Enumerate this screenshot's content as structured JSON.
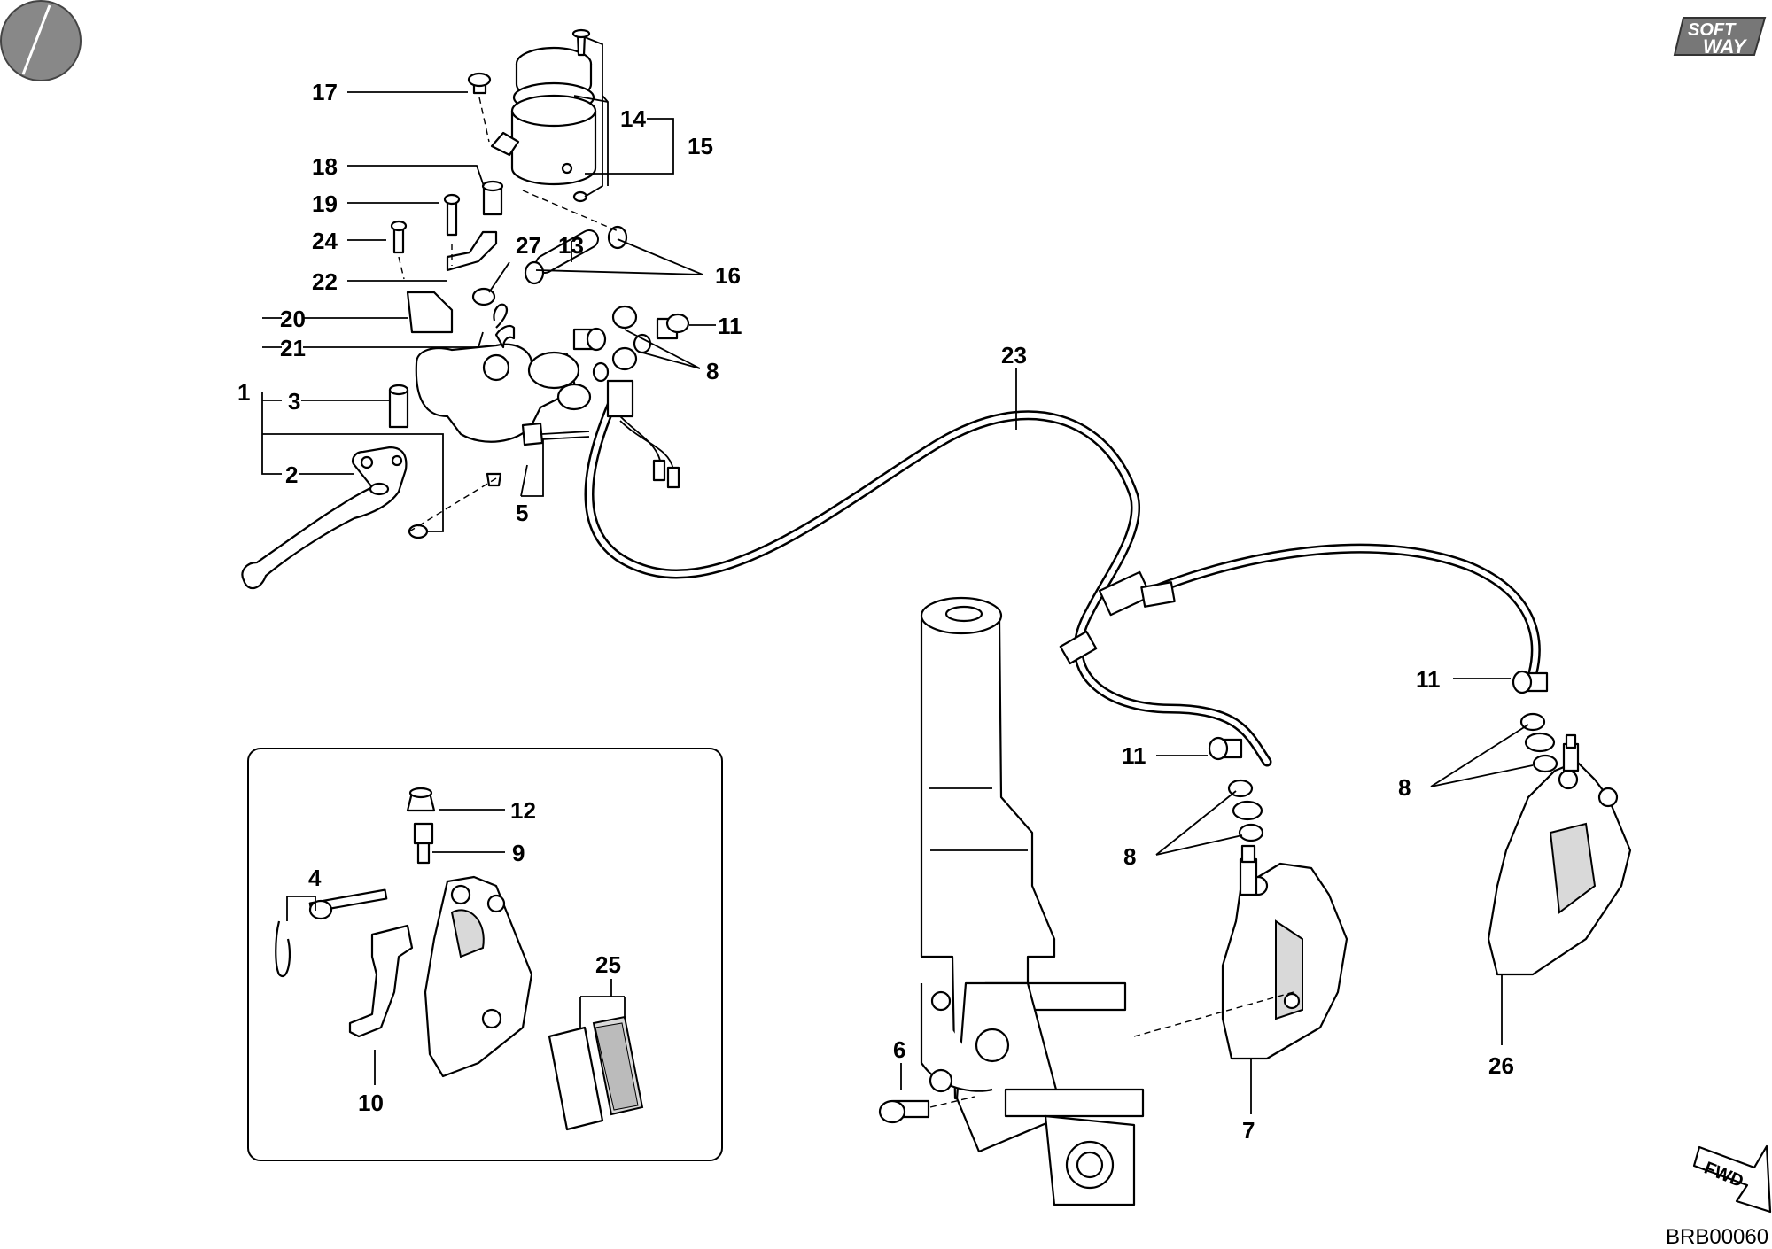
{
  "logo": {
    "line1": "SOFT",
    "line2": "WAY"
  },
  "drawing_code": "BRB00060",
  "fwd_label": "FWD",
  "callouts": {
    "c1": "1",
    "c2": "2",
    "c3": "3",
    "c4": "4",
    "c5": "5",
    "c6": "6",
    "c7": "7",
    "c8a": "8",
    "c8b": "8",
    "c8c": "8",
    "c9": "9",
    "c10": "10",
    "c11a": "11",
    "c11b": "11",
    "c11c": "11",
    "c12": "12",
    "c13": "13",
    "c14": "14",
    "c15": "15",
    "c16": "16",
    "c17": "17",
    "c18": "18",
    "c19": "19",
    "c20": "20",
    "c21": "21",
    "c22": "22",
    "c23": "23",
    "c24": "24",
    "c25": "25",
    "c26": "26",
    "c27": "27"
  }
}
